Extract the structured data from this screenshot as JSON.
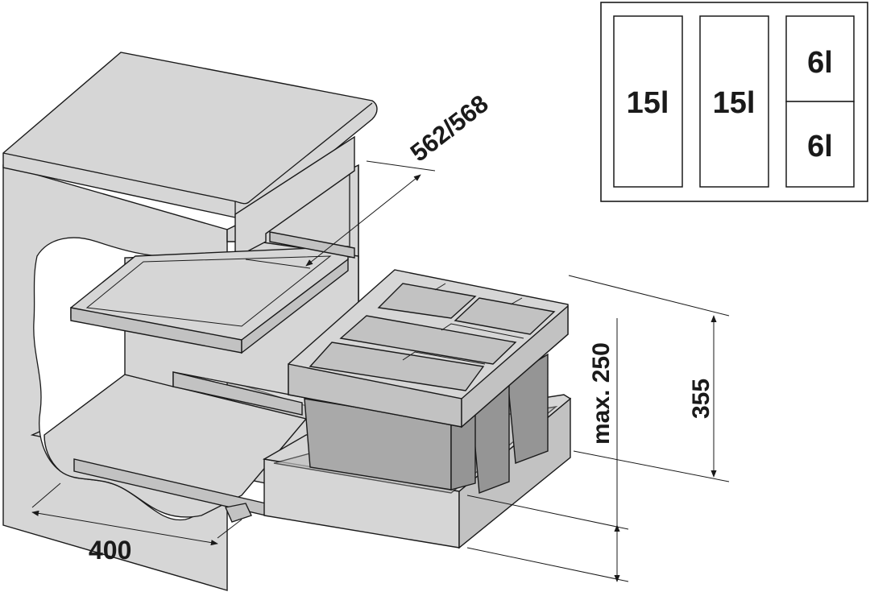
{
  "dimensions": {
    "width": "400",
    "depth": "562/568",
    "max_height": "max. 250",
    "height": "355"
  },
  "compartments": {
    "large_left": "15l",
    "large_middle": "15l",
    "small_top": "6l",
    "small_bottom": "6l"
  }
}
